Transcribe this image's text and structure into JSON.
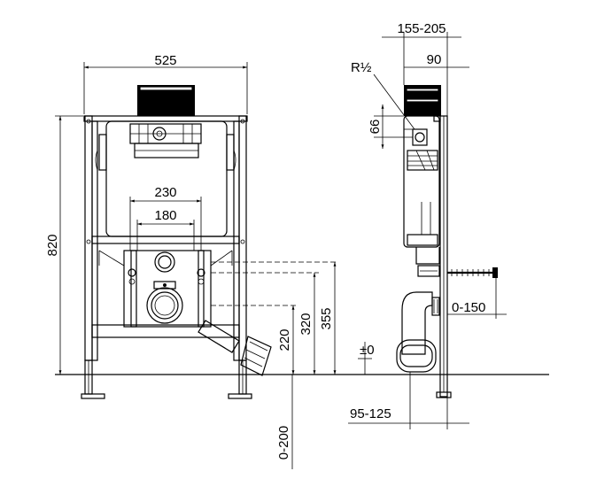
{
  "front_view": {
    "width_label": "525",
    "height_label": "820",
    "dim_230_label": "230",
    "dim_180_label": "180",
    "dim_220_label": "220",
    "dim_320_label": "320",
    "dim_355_label": "355",
    "dim_0_200_label": "0-200"
  },
  "side_view": {
    "depth_label": "155-205",
    "dim_90_label": "90",
    "thread_label": "R½",
    "dim_66_label": "66",
    "dim_0_150_label": "0-150",
    "zero_label": "±0",
    "dim_95_125_label": "95-125"
  }
}
